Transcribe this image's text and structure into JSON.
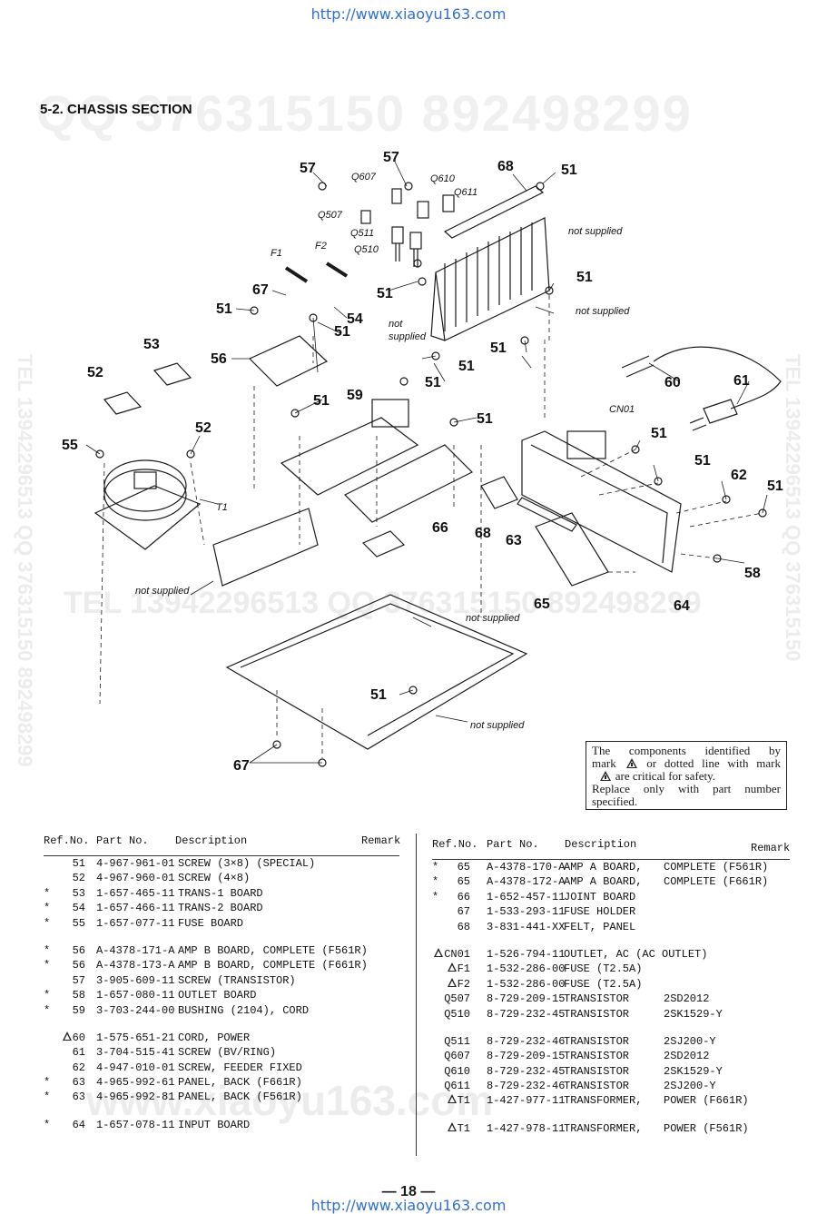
{
  "urls": {
    "top": "http://www.xiaoyu163.com",
    "bottom": "http://www.xiaoyu163.com"
  },
  "watermarks": {
    "h1": "QQ 376315150   892498299",
    "h2": "TEL 13942296513   QQ 376315150   892498299",
    "h3": "www.xiaoyu163.com",
    "v_left": "TEL 13942296513   QQ 376315150   892498299",
    "v_right": "TEL 13942296513   QQ 376315150"
  },
  "section_title": "5-2. CHASSIS SECTION",
  "diagram": {
    "callouts": [
      "57",
      "57",
      "68",
      "51",
      "51",
      "51",
      "51",
      "51",
      "51",
      "51",
      "51",
      "51",
      "51",
      "51",
      "51",
      "51",
      "51",
      "67",
      "67",
      "54",
      "53",
      "52",
      "52",
      "55",
      "56",
      "59",
      "60",
      "61",
      "62",
      "58",
      "68",
      "63",
      "64",
      "65",
      "66"
    ],
    "refs": [
      "Q607",
      "Q610",
      "Q611",
      "Q507",
      "Q511",
      "Q510",
      "F1",
      "F2",
      "CN01",
      "T1"
    ],
    "not_supplied": "not supplied",
    "not_supplied_split": [
      "not",
      "supplied"
    ]
  },
  "notice": {
    "lines": [
      "The components identified by",
      "mark",
      "or dotted line with mark",
      "are critical for safety.",
      "Replace only with part number",
      "specified."
    ]
  },
  "table_headers": {
    "ref": "Ref.No.",
    "part": "Part No.",
    "desc": "Description",
    "remark": "Remark"
  },
  "parts_left": [
    [
      {
        "mark": "",
        "ref": "51",
        "pn": "4-967-961-01",
        "desc": "SCREW (3×8) (SPECIAL)"
      },
      {
        "mark": "",
        "ref": "52",
        "pn": "4-967-960-01",
        "desc": "SCREW (4×8)"
      },
      {
        "mark": "*",
        "ref": "53",
        "pn": "1-657-465-11",
        "desc": "TRANS-1 BOARD"
      },
      {
        "mark": "*",
        "ref": "54",
        "pn": "1-657-466-11",
        "desc": "TRANS-2 BOARD"
      },
      {
        "mark": "*",
        "ref": "55",
        "pn": "1-657-077-11",
        "desc": "FUSE BOARD"
      }
    ],
    [
      {
        "mark": "*",
        "ref": "56",
        "pn": "A-4378-171-A",
        "desc": "AMP B BOARD, COMPLETE (F561R)"
      },
      {
        "mark": "*",
        "ref": "56",
        "pn": "A-4378-173-A",
        "desc": "AMP B BOARD, COMPLETE (F661R)"
      },
      {
        "mark": "",
        "ref": "57",
        "pn": "3-905-609-11",
        "desc": "SCREW (TRANSISTOR)"
      },
      {
        "mark": "*",
        "ref": "58",
        "pn": "1-657-080-11",
        "desc": "OUTLET BOARD"
      },
      {
        "mark": "*",
        "ref": "59",
        "pn": "3-703-244-00",
        "desc": "BUSHING (2104), CORD"
      }
    ],
    [
      {
        "mark": "",
        "ref": "60",
        "pn": "1-575-651-21",
        "desc": "CORD, POWER",
        "warn": true
      },
      {
        "mark": "",
        "ref": "61",
        "pn": "3-704-515-41",
        "desc": "SCREW (BV/RING)"
      },
      {
        "mark": "",
        "ref": "62",
        "pn": "4-947-010-01",
        "desc": "SCREW, FEEDER FIXED"
      },
      {
        "mark": "*",
        "ref": "63",
        "pn": "4-965-992-61",
        "desc": "PANEL, BACK (F661R)"
      },
      {
        "mark": "*",
        "ref": "63",
        "pn": "4-965-992-81",
        "desc": "PANEL, BACK (F561R)"
      }
    ],
    [
      {
        "mark": "*",
        "ref": "64",
        "pn": "1-657-078-11",
        "desc": "INPUT BOARD"
      }
    ]
  ],
  "parts_right": [
    [
      {
        "mark": "*",
        "ref": "65",
        "pn": "A-4378-170-A",
        "desc": "AMP A BOARD,",
        "desc2": "COMPLETE (F561R)"
      },
      {
        "mark": "*",
        "ref": "65",
        "pn": "A-4378-172-A",
        "desc": "AMP A BOARD,",
        "desc2": "COMPLETE (F661R)"
      },
      {
        "mark": "*",
        "ref": "66",
        "pn": "1-652-457-11",
        "desc": "JOINT BOARD",
        "desc2": ""
      },
      {
        "mark": "",
        "ref": "67",
        "pn": "1-533-293-11",
        "desc": "FUSE HOLDER",
        "desc2": ""
      },
      {
        "mark": "",
        "ref": "68",
        "pn": "3-831-441-XX",
        "desc": "FELT, PANEL",
        "desc2": ""
      }
    ],
    [
      {
        "mark": "",
        "ref": "CN01",
        "pn": "1-526-794-11",
        "desc": "OUTLET, AC (AC OUTLET)",
        "desc2": "",
        "warn": true
      },
      {
        "mark": "",
        "ref": "F1",
        "pn": "1-532-286-00",
        "desc": "FUSE (T2.5A)",
        "desc2": "",
        "warn": true
      },
      {
        "mark": "",
        "ref": "F2",
        "pn": "1-532-286-00",
        "desc": "FUSE (T2.5A)",
        "desc2": "",
        "warn": true
      },
      {
        "mark": "",
        "ref": "Q507",
        "pn": "8-729-209-15",
        "desc": "TRANSISTOR",
        "desc2": "2SD2012"
      },
      {
        "mark": "",
        "ref": "Q510",
        "pn": "8-729-232-45",
        "desc": "TRANSISTOR",
        "desc2": "2SK1529-Y"
      }
    ],
    [
      {
        "mark": "",
        "ref": "Q511",
        "pn": "8-729-232-46",
        "desc": "TRANSISTOR",
        "desc2": "2SJ200-Y"
      },
      {
        "mark": "",
        "ref": "Q607",
        "pn": "8-729-209-15",
        "desc": "TRANSISTOR",
        "desc2": "2SD2012"
      },
      {
        "mark": "",
        "ref": "Q610",
        "pn": "8-729-232-45",
        "desc": "TRANSISTOR",
        "desc2": "2SK1529-Y"
      },
      {
        "mark": "",
        "ref": "Q611",
        "pn": "8-729-232-46",
        "desc": "TRANSISTOR",
        "desc2": "2SJ200-Y"
      },
      {
        "mark": "",
        "ref": "T1",
        "pn": "1-427-977-11",
        "desc": "TRANSFORMER,",
        "desc2": "POWER (F661R)",
        "warn": true
      }
    ],
    [
      {
        "mark": "",
        "ref": "T1",
        "pn": "1-427-978-11",
        "desc": "TRANSFORMER,",
        "desc2": "POWER (F561R)",
        "warn": true
      }
    ]
  ],
  "page_number": "— 18 —"
}
